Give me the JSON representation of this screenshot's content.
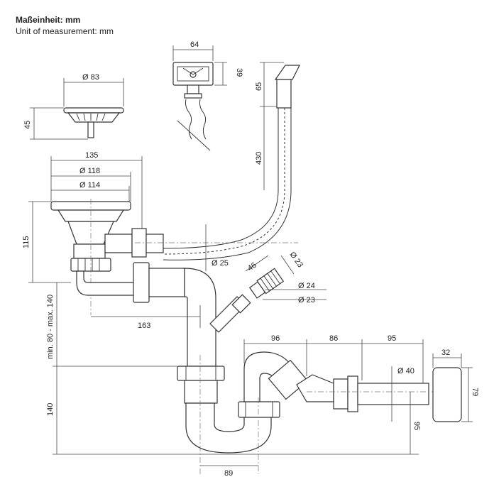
{
  "units": {
    "de": "Maßeinheit: mm",
    "en": "Unit of measurement: mm"
  },
  "dimensions": {
    "cup_width": "64",
    "cup_height": "39",
    "strainer_diameter": "Ø 83",
    "strainer_height": "45",
    "overflow_top": "65",
    "hose_length": "430",
    "basket_width": "135",
    "basket_d118": "Ø 118",
    "basket_d114": "Ø 114",
    "basket_height": "115",
    "hose_diameter": "Ø 25",
    "adapter_length": "46",
    "adapter_d23_top": "Ø 23",
    "adapter_d24": "Ø 24",
    "adapter_d23": "Ø 23",
    "outlet_offset": "163",
    "vertical_range": "min. 80 - max. 140",
    "lower_height": "140",
    "dim_96": "96",
    "dim_86": "86",
    "dim_95_top": "95",
    "pipe_diameter": "Ø 40",
    "outlet_drop": "95",
    "cap_width": "32",
    "cap_height": "79",
    "trap_width": "89"
  },
  "colors": {
    "line": "#333333",
    "background": "#ffffff"
  }
}
